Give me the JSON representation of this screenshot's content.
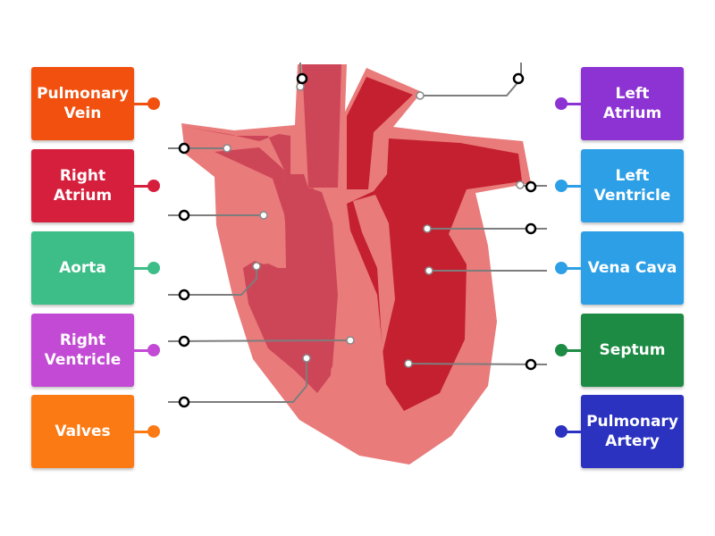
{
  "labels_left": [
    {
      "text": "Pulmonary\nVein",
      "color": "#f1500f"
    },
    {
      "text": "Right\nAtrium",
      "color": "#d61f3d"
    },
    {
      "text": "Aorta",
      "color": "#3dbd87"
    },
    {
      "text": "Right\nVentricle",
      "color": "#c24ad4"
    },
    {
      "text": "Valves",
      "color": "#fb7a14"
    }
  ],
  "labels_right": [
    {
      "text": "Left\nAtrium",
      "color": "#8d33d4"
    },
    {
      "text": "Left\nVentricle",
      "color": "#2c9fe6"
    },
    {
      "text": "Vena Cava",
      "color": "#2c9fe6"
    },
    {
      "text": "Septum",
      "color": "#1d8b43"
    },
    {
      "text": "Pulmonary\nArtery",
      "color": "#2b32c0"
    }
  ]
}
